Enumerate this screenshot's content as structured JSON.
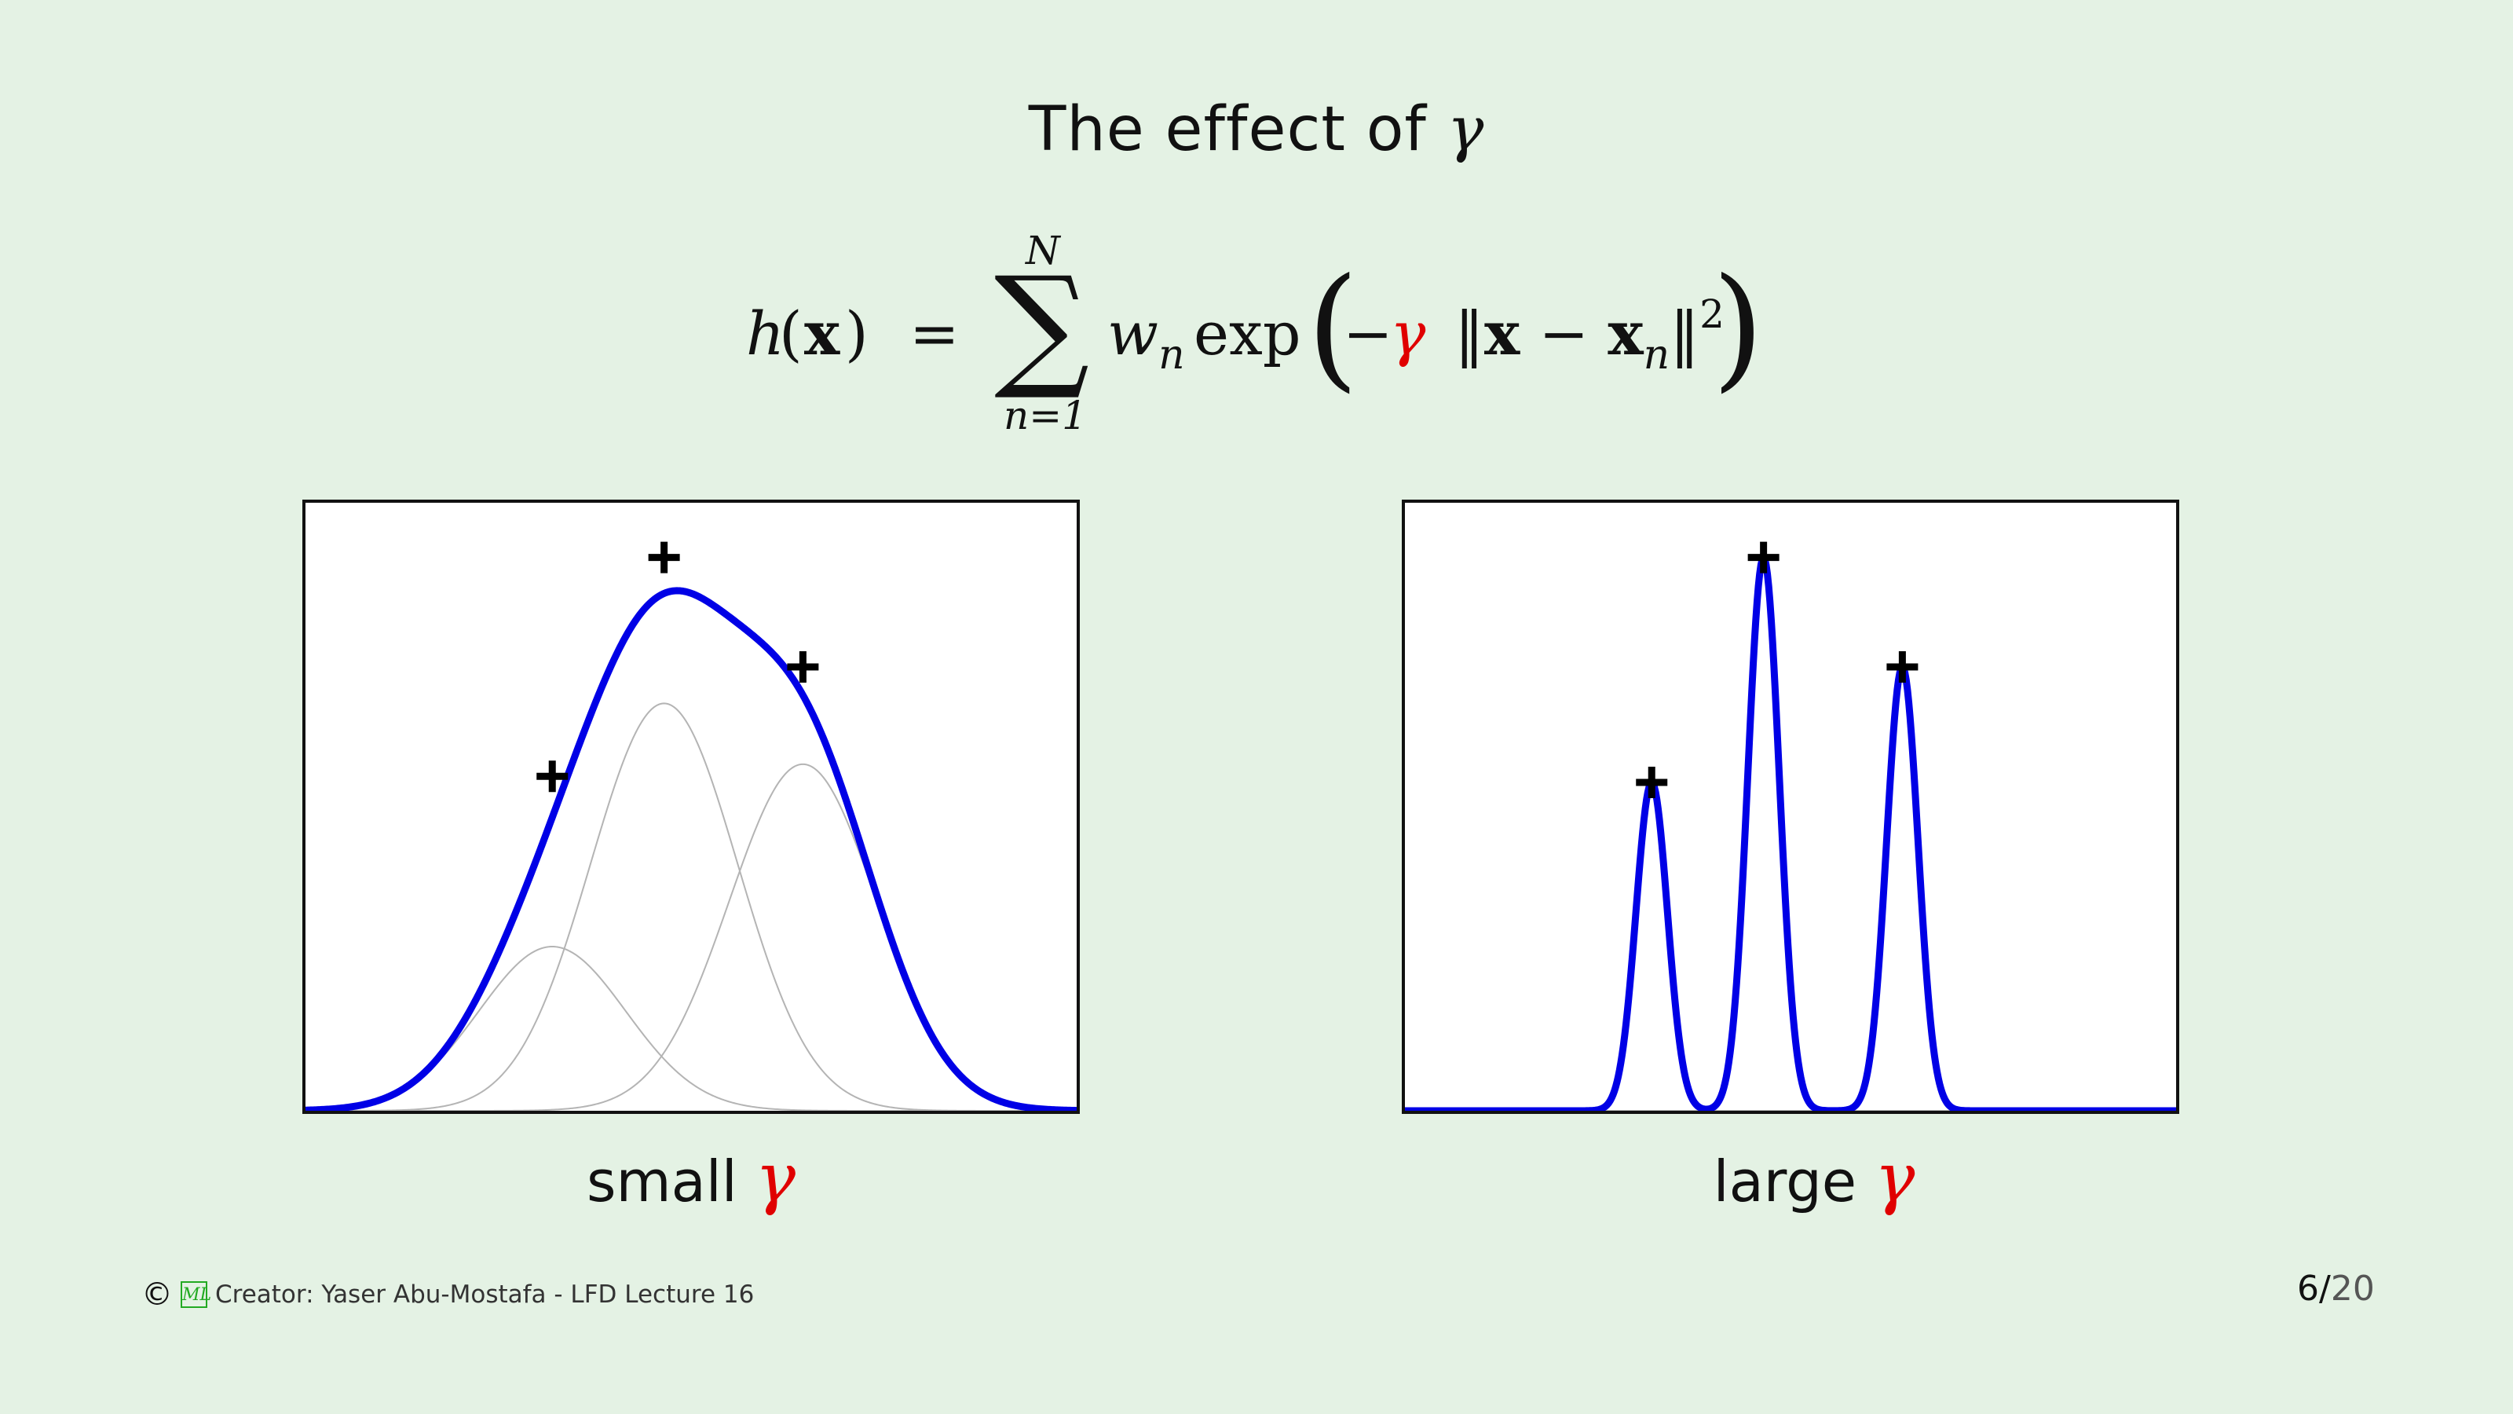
{
  "slide": {
    "title_text": "The effect of ",
    "title_symbol": "γ",
    "page_current": "6",
    "page_sep": "/",
    "page_total": "20"
  },
  "formula": {
    "lhs_h": "h",
    "lhs_open": "(",
    "lhs_x": "x",
    "lhs_close": ")",
    "equals": "=",
    "sum_symbol": "∑",
    "sum_upper": "N",
    "sum_lower": "n=1",
    "weight": "w",
    "weight_sub": "n",
    "func": "exp",
    "paren_open": "(",
    "minus": "−",
    "gamma": "γ",
    "norm_open": "‖",
    "vec_x": "x",
    "op_minus": " − ",
    "vec_xn": "x",
    "vec_xn_sub": "n",
    "norm_close": "‖",
    "power": "2",
    "paren_close": ")"
  },
  "colors": {
    "background": "#e4f2e4",
    "curve": "#0000e6",
    "component": "#b4b4b4",
    "gamma": "#e00000",
    "marker": "#000000"
  },
  "captions": {
    "small_label": "small",
    "large_label": "large",
    "gamma": "γ"
  },
  "footer": {
    "copyright": "©",
    "logo": "ML",
    "creator": "Creator: Yaser Abu-Mostafa - LFD Lecture 16"
  },
  "chart_data": [
    {
      "type": "line",
      "name": "small-gamma",
      "caption": "small γ",
      "x_range": [
        0,
        10
      ],
      "y_range": [
        0,
        1
      ],
      "grid": false,
      "centers": [
        3.2,
        4.65,
        6.45
      ],
      "weights": [
        0.27,
        0.67,
        0.57
      ],
      "gamma": 0.55,
      "markers": [
        {
          "x": 3.2,
          "y": 0.55
        },
        {
          "x": 4.65,
          "y": 0.91
        },
        {
          "x": 6.45,
          "y": 0.73
        }
      ],
      "series": [
        {
          "role": "total",
          "style": "thick-blue"
        },
        {
          "role": "components",
          "style": "thin-gray"
        }
      ]
    },
    {
      "type": "line",
      "name": "large-gamma",
      "caption": "large γ",
      "x_range": [
        0,
        10
      ],
      "y_range": [
        0,
        1
      ],
      "grid": false,
      "centers": [
        3.2,
        4.65,
        6.45
      ],
      "weights": [
        0.54,
        0.91,
        0.73
      ],
      "gamma": 12,
      "markers": [
        {
          "x": 3.2,
          "y": 0.54
        },
        {
          "x": 4.65,
          "y": 0.91
        },
        {
          "x": 6.45,
          "y": 0.73
        }
      ],
      "series": [
        {
          "role": "total",
          "style": "thick-blue"
        },
        {
          "role": "components",
          "style": "thin-gray"
        }
      ]
    }
  ]
}
